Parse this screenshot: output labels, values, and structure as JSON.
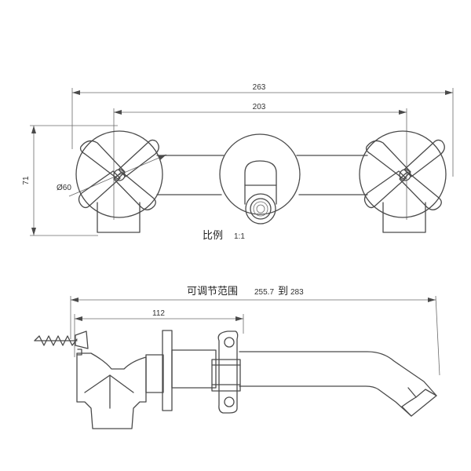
{
  "top_view": {
    "dim_overall": "263",
    "dim_centers": "203",
    "dim_height": "71",
    "dim_diameter": "Ø60",
    "scale_label": "比例",
    "scale_value": "1:1"
  },
  "side_view": {
    "range_label": "可调节范围",
    "range_min": "255.7",
    "range_to": "到",
    "range_max": "283",
    "dim_depth": "112"
  }
}
